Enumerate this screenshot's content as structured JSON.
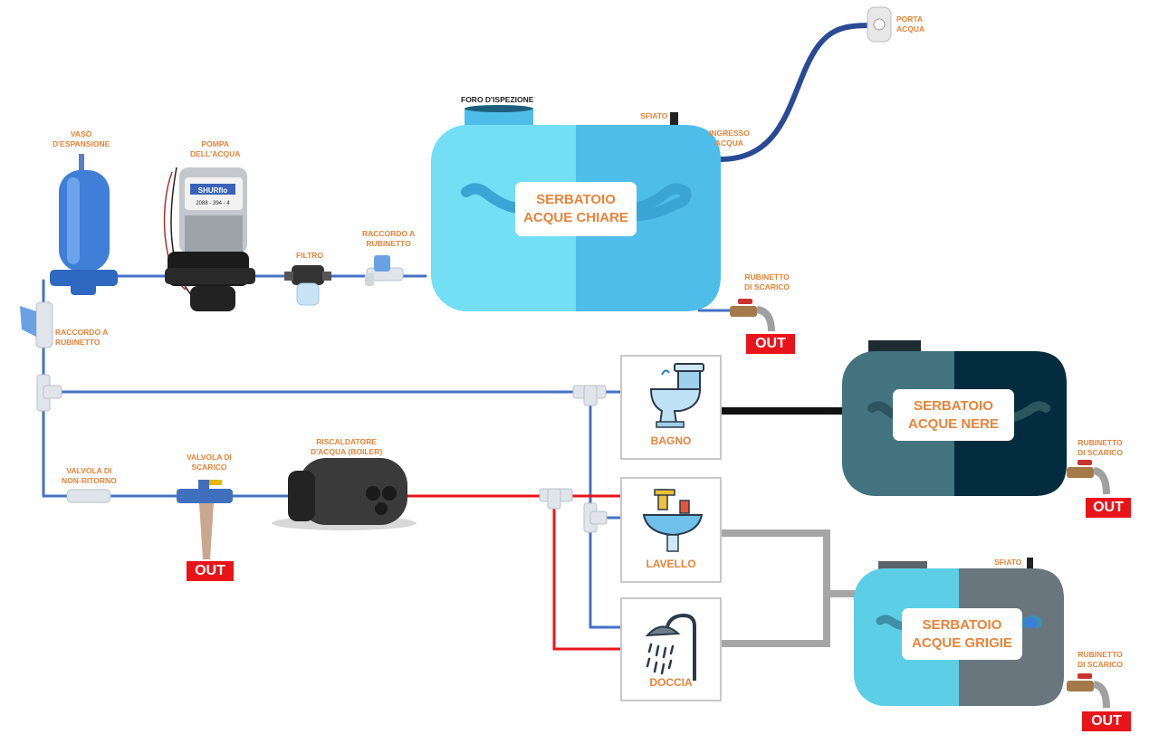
{
  "labels": {
    "foro_ispezione": "FORO D'ISPEZIONE",
    "sfiato_top": "SFIATO",
    "ingresso_acqua": "INGRESSO\nACQUA",
    "porta_acqua": "PORTA\nACQUA",
    "vaso_espansione": "VASO\nD'ESPANSIONE",
    "pompa_acqua": "POMPA\nDELL'ACQUA",
    "filtro": "FILTRO",
    "raccordo_top": "RACCORDO A\nRUBINETTO",
    "raccordo_left": "RACCORDO A\nRUBINETTO",
    "rubinetto_1": "RUBINETTO\nDI SCARICO",
    "rubinetto_2": "RUBINETTO\nDI SCARICO",
    "rubinetto_3": "RUBINETTO\nDI SCARICO",
    "valvola_non_ritorno": "VALVOLA DI\nNON-RITORNO",
    "valvola_scarico": "VALVOLA DI\nSCARICO",
    "riscaldatore": "RISCALDATORE\nD'ACQUA (BOILER)",
    "sfiato_grey": "SFIATO",
    "pump_brand": "SHURflo",
    "pump_model": "2088 - 394 - 4"
  },
  "tanks": {
    "chiare": "SERBATOIO\nACQUE CHIARE",
    "nere": "SERBATOIO\nACQUE NERE",
    "grigie": "SERBATOIO\nACQUE GRIGIE"
  },
  "fixtures": {
    "bagno": "BAGNO",
    "lavello": "LAVELLO",
    "doccia": "DOCCIA"
  },
  "out_label": "OUT",
  "colors": {
    "accent_label": "#e8833a",
    "pipe_cold": "#4472c4",
    "pipe_hot": "#e8141a",
    "pipe_black": "#111111",
    "pipe_grey": "#a6a6a6",
    "clear_tank_light": "#72dff5",
    "clear_tank_dark": "#4fbdea",
    "black_tank_light": "#42737f",
    "black_tank_dark": "#032c3e",
    "grey_tank_light": "#5ccfe6",
    "grey_tank_dark": "#69767e",
    "out_bg": "#e8141a"
  }
}
